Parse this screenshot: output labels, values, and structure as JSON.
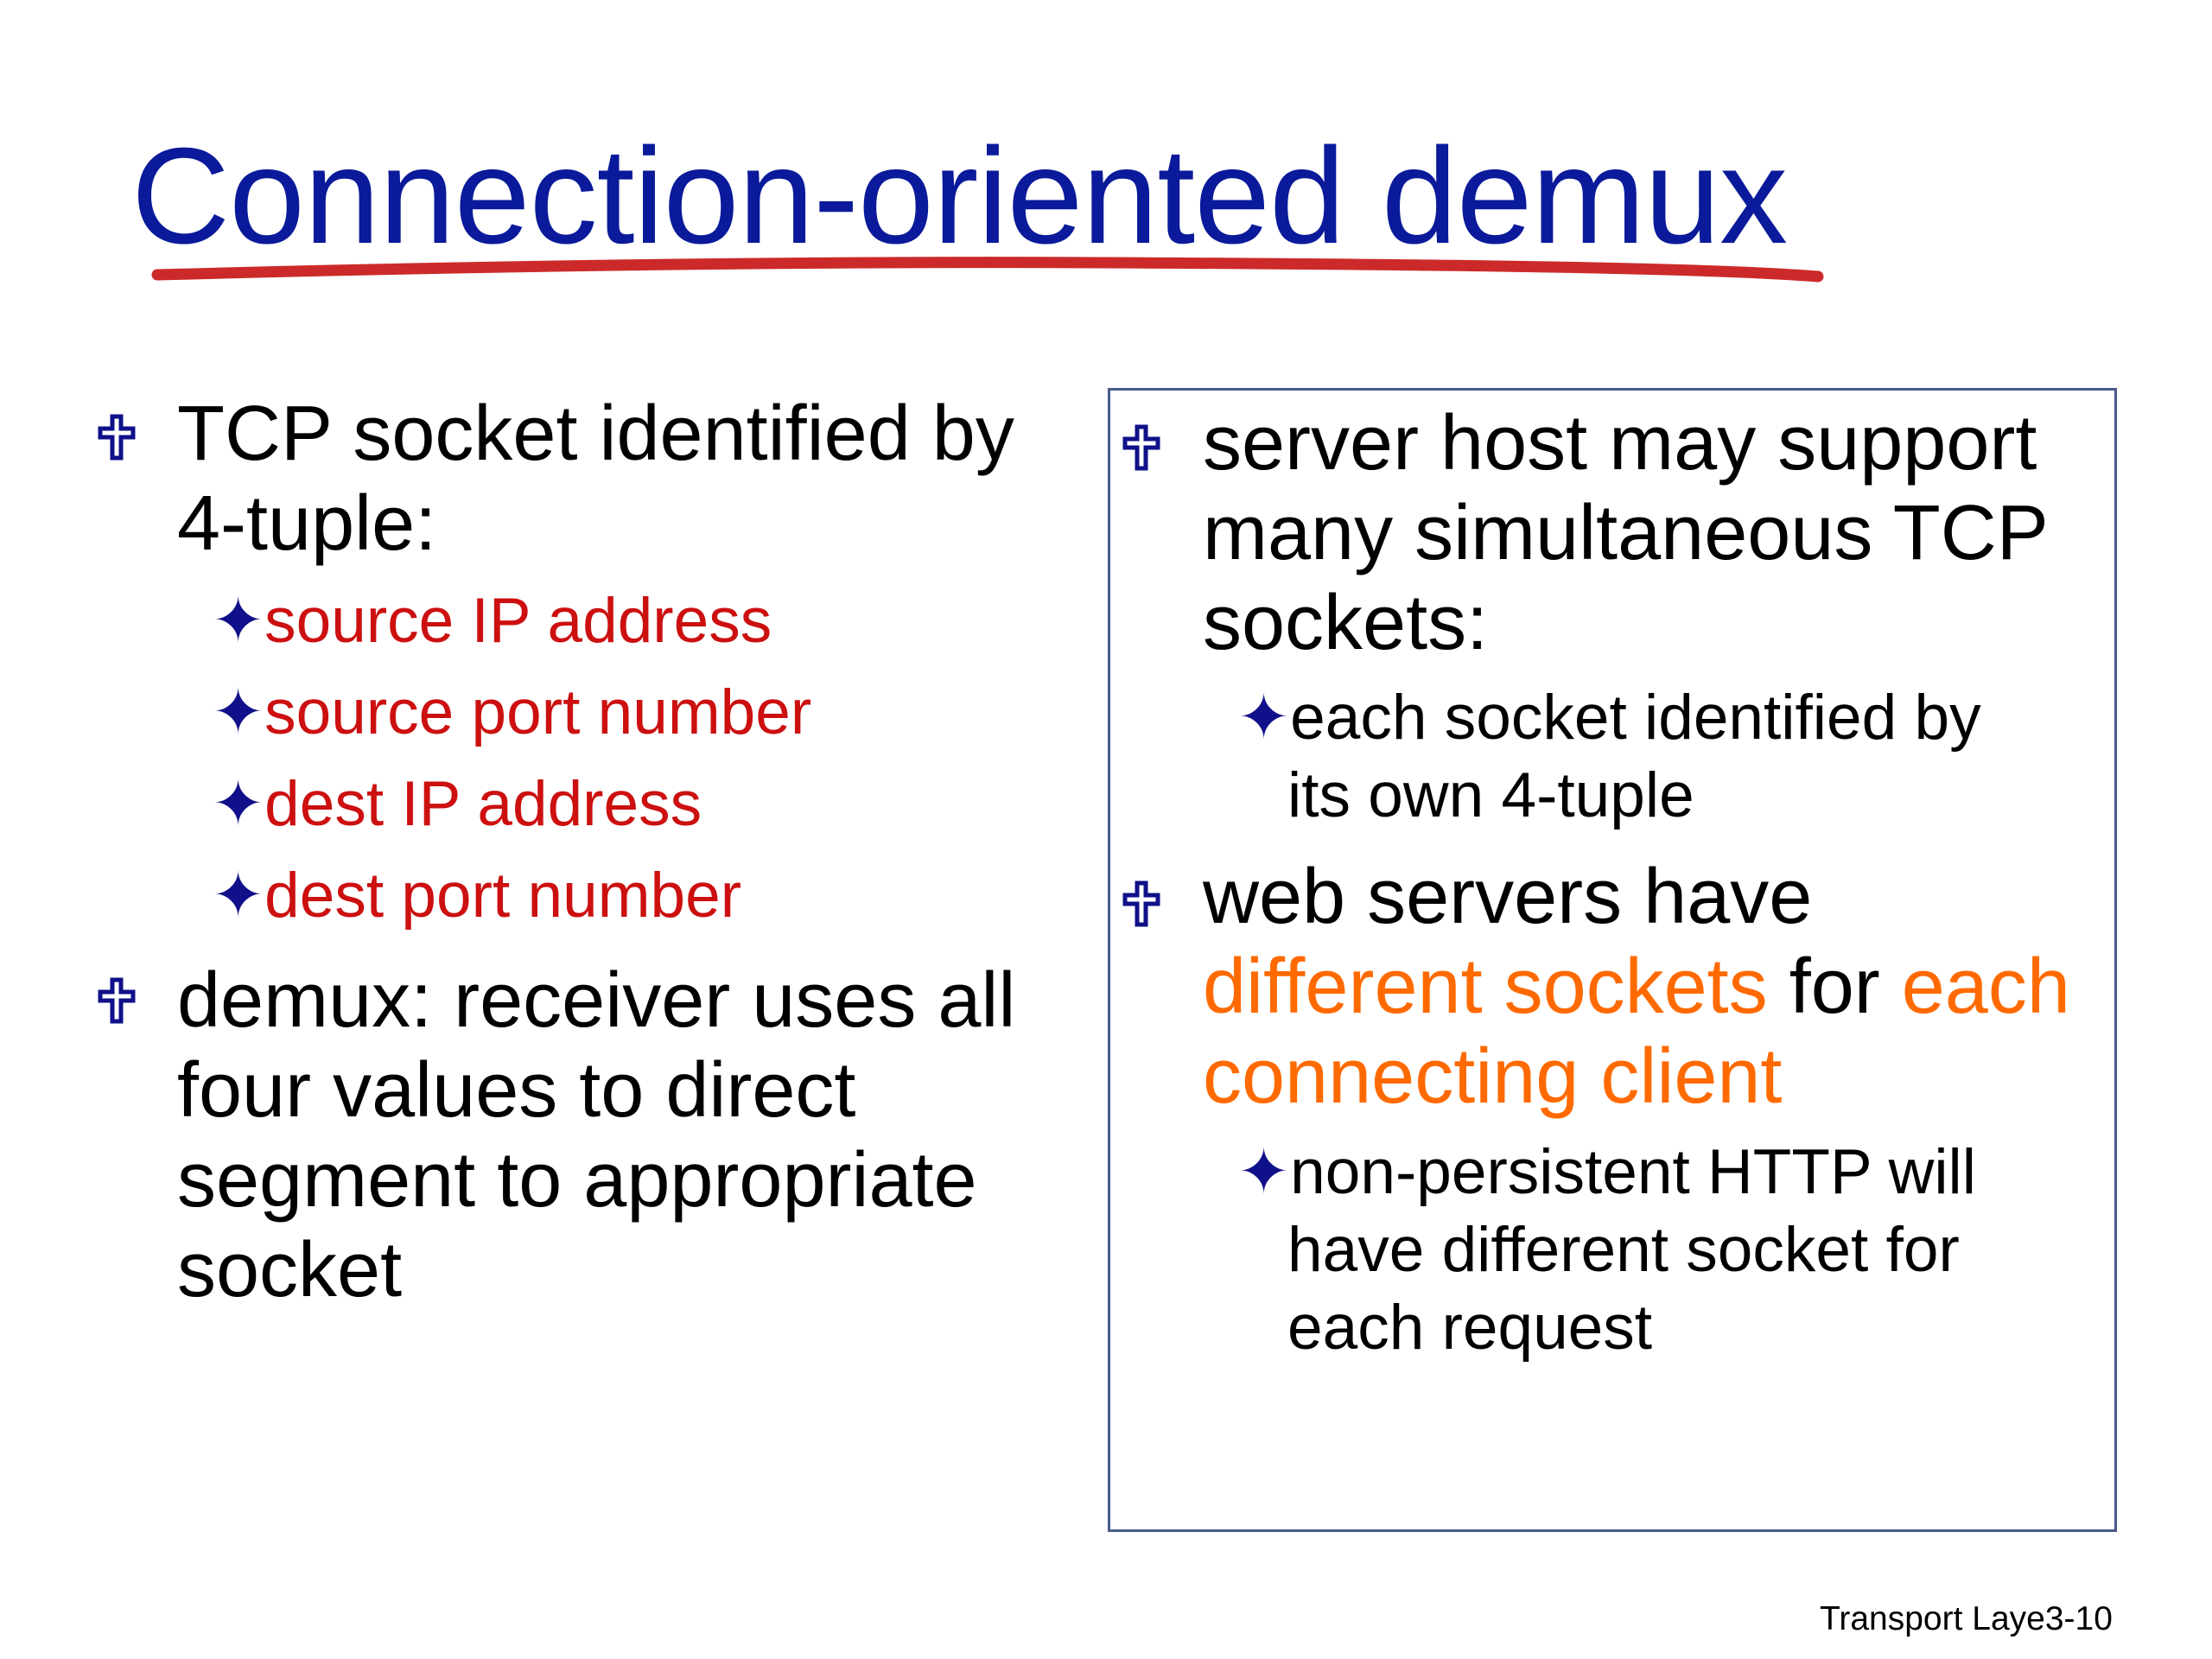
{
  "title": "Connection-oriented demux",
  "colors": {
    "title": "#0a1a9a",
    "underline": "#cc2a2a",
    "sub_bullets": "#cc1010",
    "highlight": "#ff6a00",
    "bullet_icon": "#10108a",
    "box_border": "#4a5a8a"
  },
  "left": {
    "bullet1": {
      "lines": [
        "TCP socket identified by",
        "4-tuple:"
      ],
      "subitems": [
        "source IP address",
        "source port number",
        "dest IP address",
        "dest port number"
      ]
    },
    "bullet2": {
      "lines": [
        "demux: receiver uses all",
        "four values to direct",
        "segment to appropriate",
        "socket"
      ]
    }
  },
  "right": {
    "bullet1": {
      "lines": [
        "server host may support",
        "many simultaneous TCP",
        "sockets:"
      ],
      "sub_lines": [
        "each socket identified by",
        "its own 4-tuple"
      ]
    },
    "bullet2": {
      "line1": "web servers have",
      "line2_orange_a": "different sockets",
      "line2_mid": " for ",
      "line2_orange_b": "each",
      "line3_orange": "connecting client",
      "sub_lines": [
        "non-persistent HTTP will",
        "have different socket for",
        "each request"
      ]
    }
  },
  "icons": {
    "main_bullet": "cross-bullet-icon",
    "sub_bullet": "four-point-star-icon",
    "sub_bullet_glyph": "✦"
  },
  "footer": "Transport Laye3-10"
}
